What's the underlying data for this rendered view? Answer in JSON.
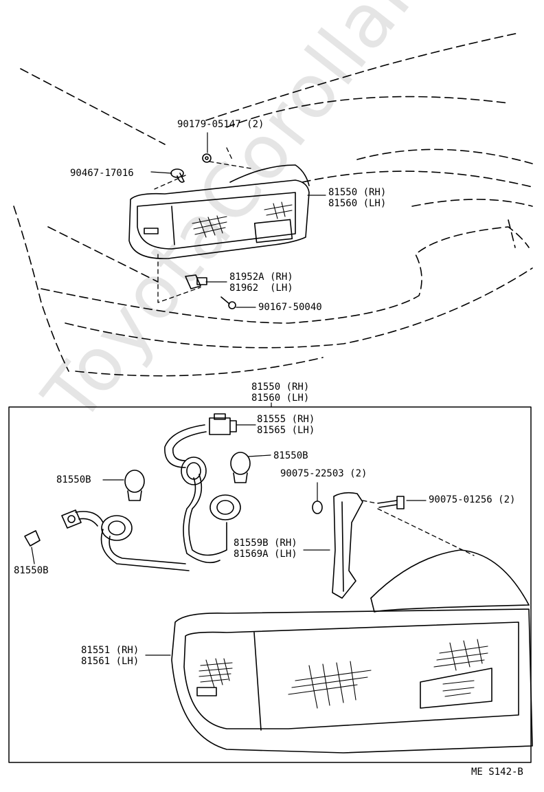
{
  "watermark": "ToyotaCorollaMirr.ru",
  "drawing_code": "ME S142-B",
  "upper": {
    "screw_top": "90179-05147 (2)",
    "clip": "90467-17016",
    "lamp_rh": "81550 (RH)",
    "lamp_lh": "81560 (LH)",
    "bracket_rh": "81952A (RH)",
    "bracket_lh": "81962  (LH)",
    "screw_bottom": "90167-50040"
  },
  "lower": {
    "assy_rh": "81550 (RH)",
    "assy_lh": "81560 (LH)",
    "socket_rh": "81555 (RH)",
    "socket_lh": "81565 (LH)",
    "bulb_right": "81550B",
    "bulb_left": "81550B",
    "bulb_small": "81550B",
    "nut": "90075-22503 (2)",
    "screw": "90075-01256 (2)",
    "gasket_rh": "81559B (RH)",
    "gasket_lh": "81569A (LH)",
    "lens_rh": "81551 (RH)",
    "lens_lh": "81561 (LH)"
  }
}
